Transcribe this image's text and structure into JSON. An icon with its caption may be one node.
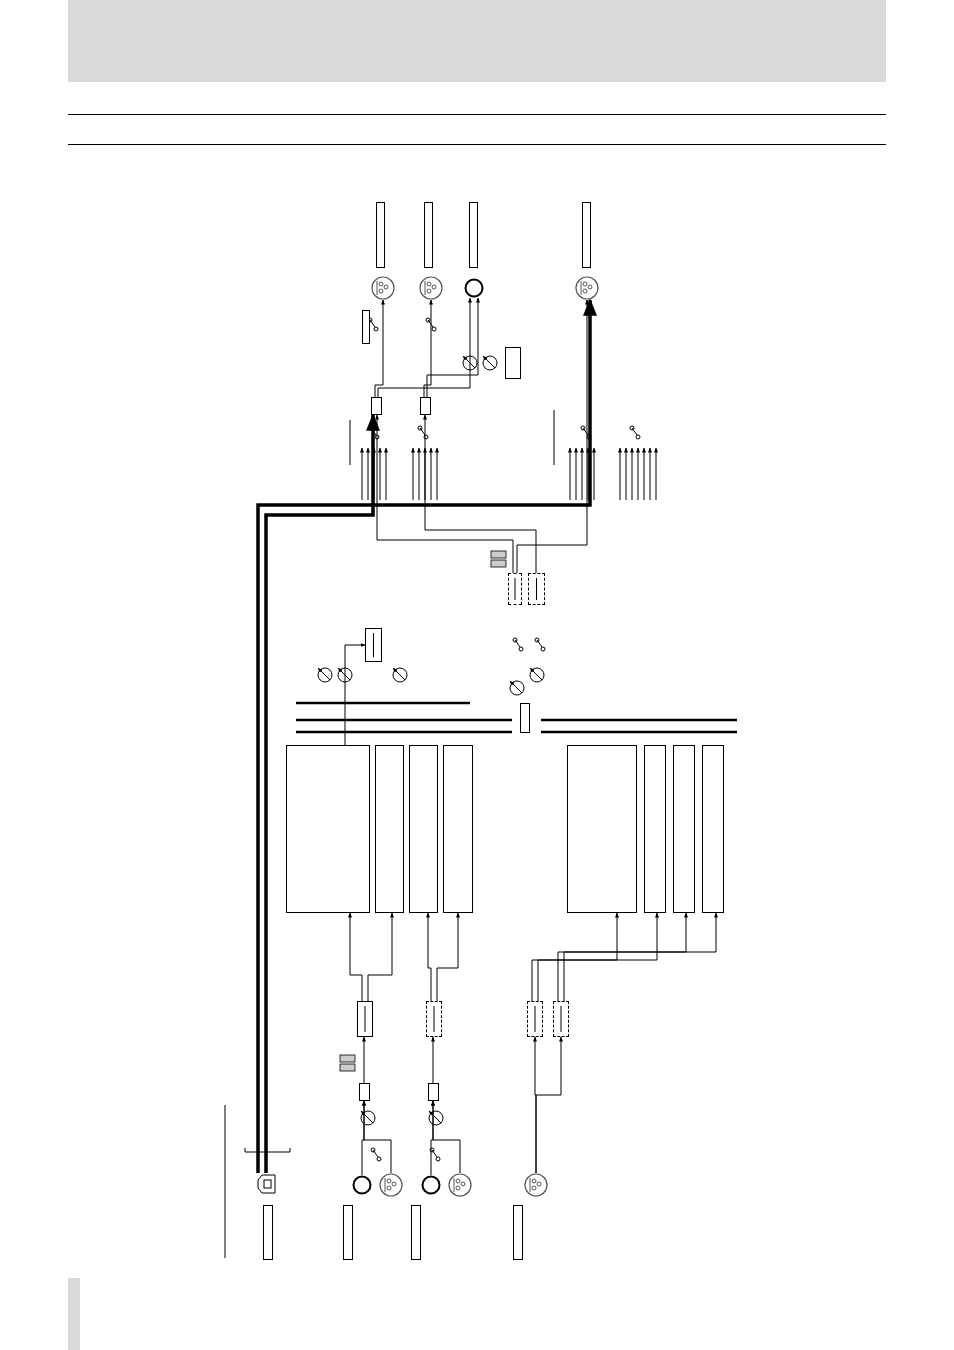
{
  "diagram": {
    "nodes": [
      {
        "text": [],
        "shape": "box"
      },
      {
        "text": [],
        "shape": "box"
      },
      {
        "text": [],
        "shape": "box"
      },
      {
        "text": [],
        "shape": "box"
      },
      {
        "text": [],
        "shape": "circle"
      },
      {
        "text": [],
        "shape": "circle"
      },
      {
        "text": [],
        "shape": "circle"
      },
      {
        "text": [],
        "shape": "circle"
      },
      {
        "text": [],
        "shape": "box"
      },
      {
        "text": [],
        "shape": "box"
      },
      {
        "text": [],
        "shape": "box"
      },
      {
        "text": [],
        "shape": "box"
      },
      {
        "text": [],
        "shape": "box"
      },
      {
        "text": [],
        "shape": "circle"
      },
      {
        "text": [],
        "shape": "circle"
      },
      {
        "text": [],
        "shape": "circle"
      },
      {
        "text": [],
        "shape": "circle"
      },
      {
        "text": [],
        "shape": "circle"
      },
      {
        "text": [],
        "shape": "box"
      },
      {
        "text": [],
        "shape": "box"
      },
      {
        "text": [],
        "shape": "box"
      },
      {
        "text": [],
        "shape": "box"
      },
      {
        "text": [],
        "shape": "box"
      },
      {
        "text": [],
        "shape": "box"
      },
      {
        "text": [],
        "shape": "box"
      },
      {
        "text": [],
        "shape": "box"
      },
      {
        "text": [],
        "shape": "box"
      },
      {
        "text": [],
        "shape": "box"
      },
      {
        "text": [],
        "shape": "box"
      },
      {
        "text": [],
        "shape": "box"
      },
      {
        "text": [],
        "shape": "box"
      },
      {
        "text": [],
        "shape": "box"
      },
      {
        "text": [],
        "shape": "box"
      },
      {
        "text": [],
        "shape": "box"
      },
      {
        "text": [],
        "shape": "box"
      },
      {
        "text": [],
        "shape": "box"
      },
      {
        "text": [],
        "shape": "box"
      },
      {
        "text": [],
        "shape": "box"
      },
      {
        "text": [],
        "shape": "box"
      },
      {
        "text": [],
        "shape": "box"
      }
    ],
    "edges": [
      {
        "from": 13,
        "to": 22,
        "arrow": "to"
      },
      {
        "from": 14,
        "to": 22,
        "arrow": "to"
      },
      {
        "from": 15,
        "to": 23,
        "arrow": "to"
      },
      {
        "from": 16,
        "to": 23,
        "arrow": "to"
      },
      {
        "from": 22,
        "to": 24,
        "arrow": "to"
      },
      {
        "from": 23,
        "to": 25,
        "arrow": "to"
      },
      {
        "from": 17,
        "to": 26,
        "arrow": "to"
      },
      {
        "from": 17,
        "to": 27,
        "arrow": "to"
      },
      {
        "from": 24,
        "to": 28,
        "arrow": "to"
      },
      {
        "from": 24,
        "to": 29,
        "arrow": "to"
      },
      {
        "from": 25,
        "to": 30,
        "arrow": "to"
      },
      {
        "from": 25,
        "to": 31,
        "arrow": "to"
      },
      {
        "from": 26,
        "to": 32,
        "arrow": "to"
      },
      {
        "from": 26,
        "to": 33,
        "arrow": "to"
      },
      {
        "from": 27,
        "to": 34,
        "arrow": "to"
      },
      {
        "from": 27,
        "to": 35,
        "arrow": "to"
      },
      {
        "from": 28,
        "to": 36,
        "arrow": "to"
      },
      {
        "from": 38,
        "to": 8,
        "arrow": "to"
      },
      {
        "from": 39,
        "to": 9,
        "arrow": "to"
      },
      {
        "from": 38,
        "to": 7,
        "arrow": "to"
      },
      {
        "from": 8,
        "to": 4,
        "arrow": "to"
      },
      {
        "from": 9,
        "to": 5,
        "arrow": "to"
      },
      {
        "from": 8,
        "to": 6,
        "arrow": "to"
      },
      {
        "from": 9,
        "to": 6,
        "arrow": "to"
      },
      {
        "from": 12,
        "to": 8,
        "arrow": "to",
        "style": "thick"
      },
      {
        "from": 12,
        "to": 7,
        "arrow": "to",
        "style": "thick"
      }
    ]
  }
}
